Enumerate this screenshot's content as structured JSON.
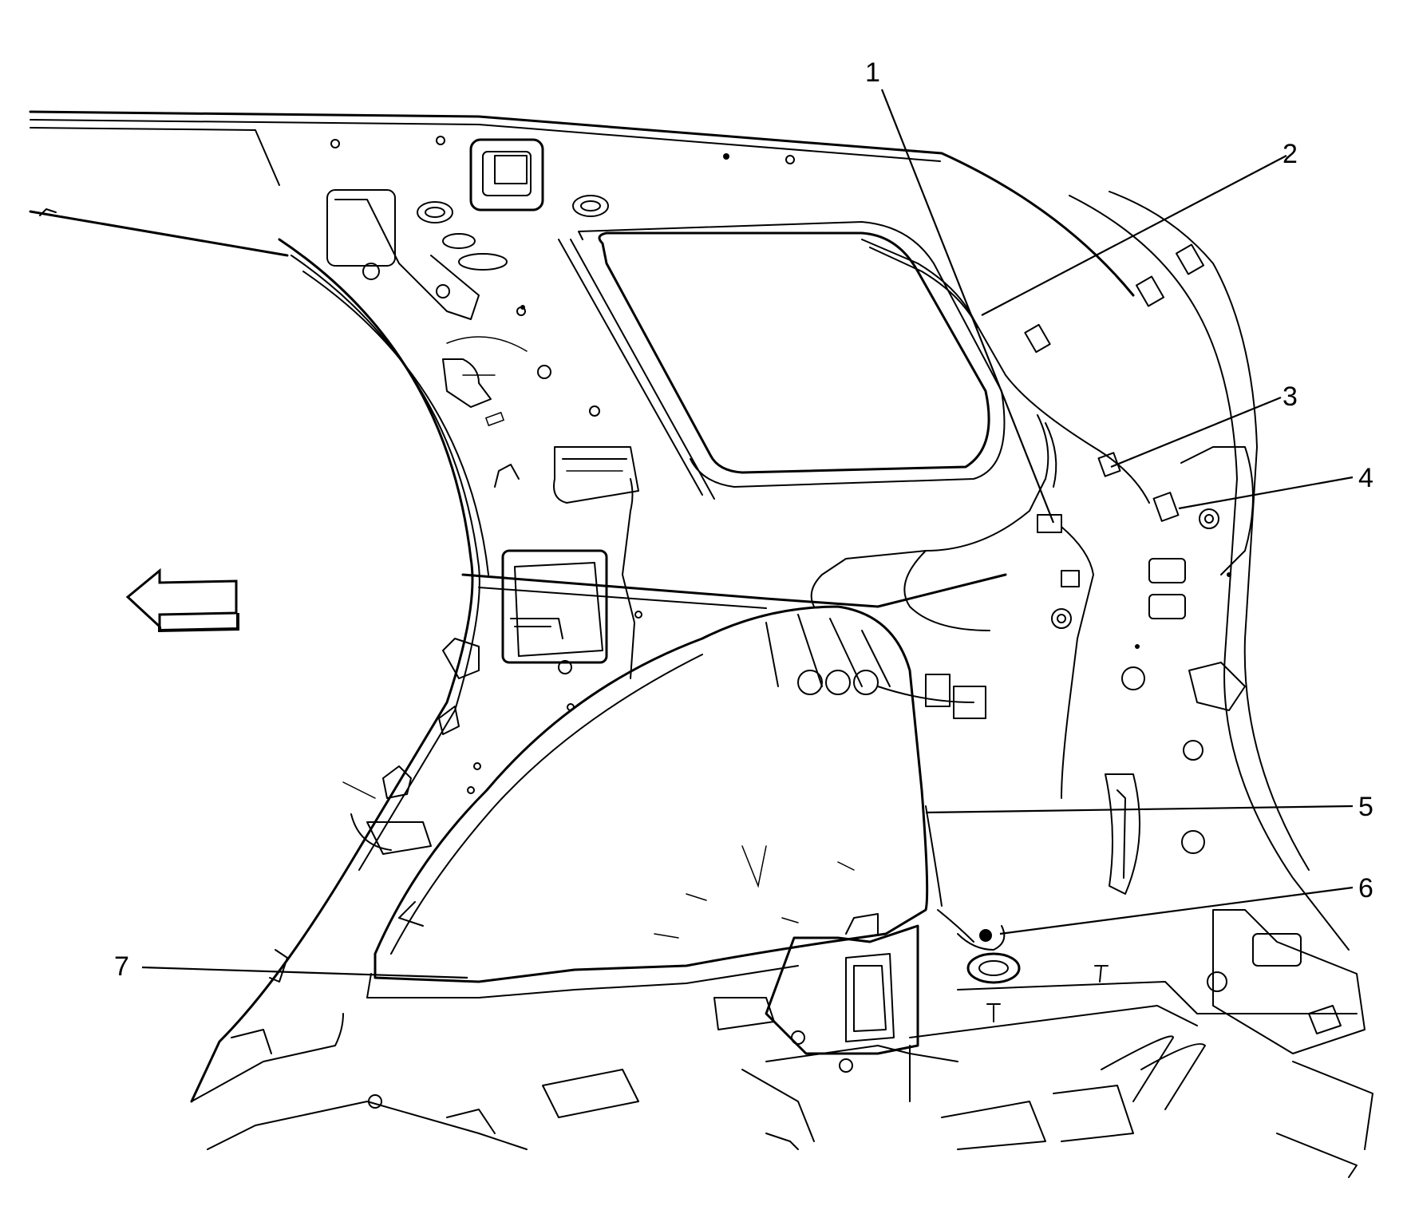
{
  "callouts": [
    {
      "id": "1",
      "label": "1"
    },
    {
      "id": "2",
      "label": "2"
    },
    {
      "id": "3",
      "label": "3"
    },
    {
      "id": "4",
      "label": "4"
    },
    {
      "id": "5",
      "label": "5"
    },
    {
      "id": "6",
      "label": "6"
    },
    {
      "id": "7",
      "label": "7"
    }
  ],
  "direction_arrow": {
    "icon": "left-arrow-icon",
    "meaning": "vehicle-front"
  },
  "colors": {
    "line": "#000000",
    "background": "#ffffff"
  }
}
